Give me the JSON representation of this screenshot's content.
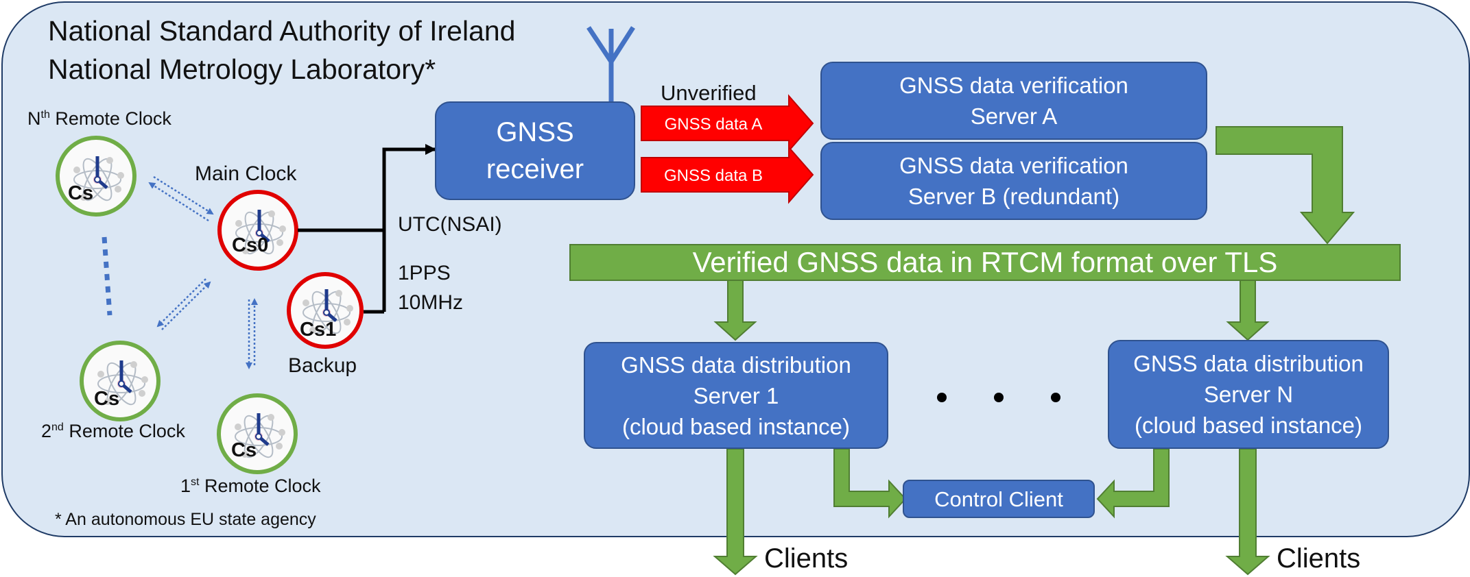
{
  "org": {
    "line1": "National Standard Authority of Ireland",
    "line2": "National Metrology Laboratory*",
    "footnote": "* An autonomous EU state agency"
  },
  "clocks": {
    "nth": {
      "label": "N",
      "sup": "th",
      "suffix": " Remote Clock",
      "symbol": "Cs"
    },
    "main": {
      "label": "Main Clock",
      "symbol": "Cs0"
    },
    "backup": {
      "label": "Backup",
      "symbol": "Cs1"
    },
    "second": {
      "label": "2",
      "sup": "nd",
      "suffix": " Remote Clock",
      "symbol": "Cs"
    },
    "first": {
      "label": "1",
      "sup": "st",
      "suffix": " Remote Clock",
      "symbol": "Cs"
    }
  },
  "signals": {
    "utc": "UTC(NSAI)",
    "pps": "1PPS",
    "freq": "10MHz"
  },
  "receiver": {
    "line1": "GNSS",
    "line2": "receiver"
  },
  "unverified": "Unverified",
  "data_a": "GNSS data A",
  "data_b": "GNSS data B",
  "server_a": {
    "line1": "GNSS data verification",
    "line2": "Server A"
  },
  "server_b": {
    "line1": "GNSS data verification",
    "line2": "Server B (redundant)"
  },
  "banner": "Verified GNSS data in RTCM format over TLS",
  "dist1": {
    "line1": "GNSS data distribution",
    "line2": "Server 1",
    "line3": "(cloud based instance)"
  },
  "distN": {
    "line1": "GNSS data distribution",
    "line2": "Server N",
    "line3": "(cloud based instance)"
  },
  "control": "Control Client",
  "clients_left": "Clients",
  "clients_right": "Clients",
  "colors": {
    "panel": "#dbe7f4",
    "box": "#4472c4",
    "green": "#70ad47",
    "red": "#ff0000",
    "clock_green": "#70ad47",
    "clock_red": "#e00000"
  }
}
